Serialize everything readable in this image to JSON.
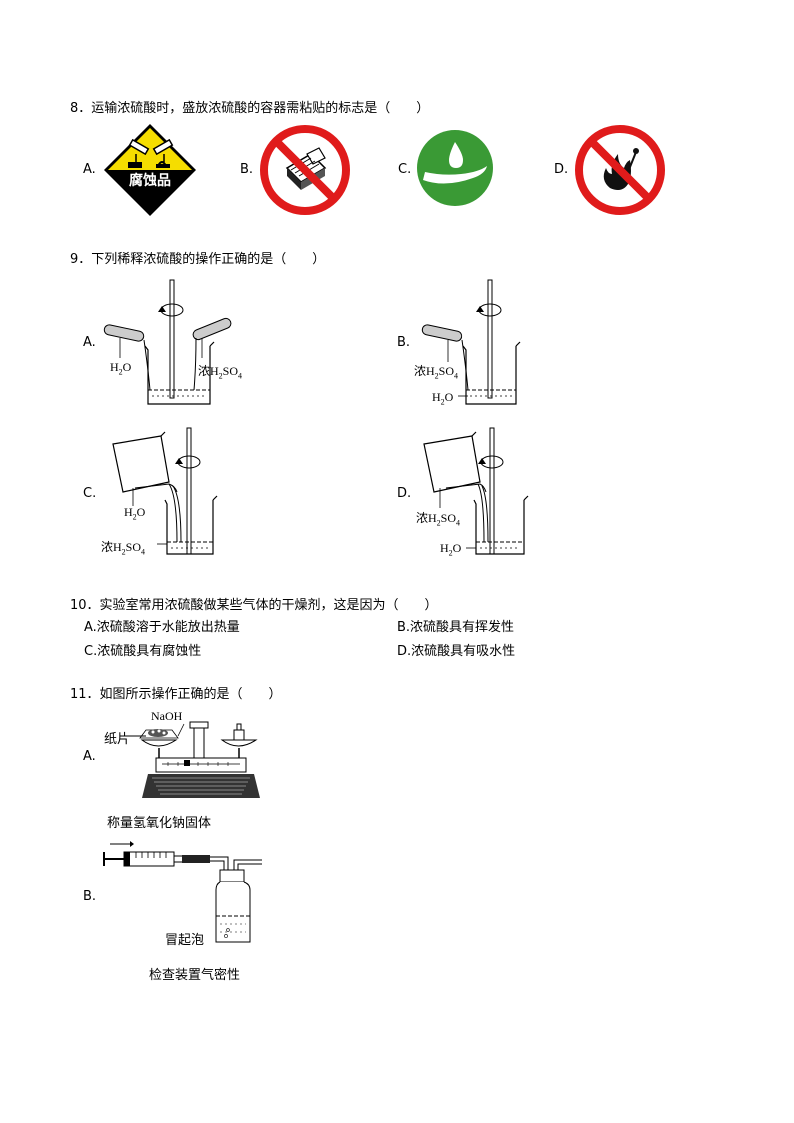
{
  "q8": {
    "stem": "8．运输浓硫酸时，盛放浓硫酸的容器需粘贴的标志是（　　）",
    "options": [
      "A.",
      "B.",
      "C.",
      "D."
    ],
    "corrosive_label": "腐蚀品"
  },
  "q9": {
    "stem": "9．下列稀释浓硫酸的操作正确的是（　　）",
    "options": [
      "A.",
      "B.",
      "C.",
      "D."
    ],
    "labels": {
      "water": "H2O",
      "acid": "浓H2SO4"
    }
  },
  "q10": {
    "stem": "10．实验室常用浓硫酸做某些气体的干燥剂，这是因为（　　）",
    "options": [
      "A.浓硫酸溶于水能放出热量",
      "B.浓硫酸具有挥发性",
      "C.浓硫酸具有腐蚀性",
      "D.浓硫酸具有吸水性"
    ]
  },
  "q11": {
    "stem": "11．如图所示操作正确的是（　　）",
    "options": [
      "A.",
      "B."
    ],
    "a_labels": {
      "naoh": "NaOH",
      "paper": "纸片"
    },
    "a_caption": "称量氢氧化钠固体",
    "b_label": "冒起泡",
    "b_caption": "检查装置气密性"
  },
  "colors": {
    "red": "#e01b1b",
    "green": "#3a9a35",
    "yellow": "#f5dd00",
    "black": "#000000"
  }
}
